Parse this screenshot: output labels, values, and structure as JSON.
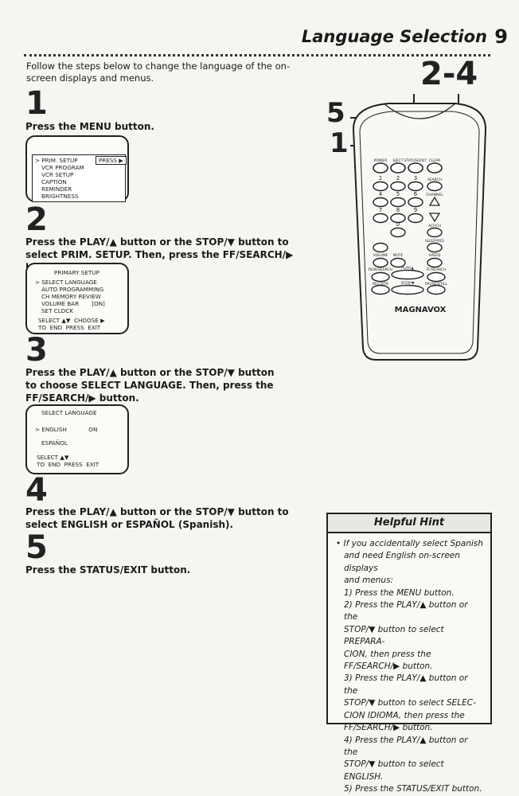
{
  "header": {
    "title": "Language Selection",
    "page_number": "9"
  },
  "intro": "Follow the steps below to change the language of the on-screen displays and menus.",
  "steps": [
    {
      "number": "1",
      "text": "Press the MENU button."
    },
    {
      "number": "2",
      "text": "Press the PLAY/▲ button or the STOP/▼ button to select PRIM. SETUP. Then, press the FF/SEARCH/▶ button."
    },
    {
      "number": "3",
      "text": "Press the PLAY/▲ button or the STOP/▼ button to choose SELECT LANGUAGE. Then, press the FF/SEARCH/▶ button."
    },
    {
      "number": "4",
      "text": "Press the PLAY/▲ button or the STOP/▼ button to select ENGLISH or ESPAÑOL (Spanish)."
    },
    {
      "number": "5",
      "text": "Press the STATUS/EXIT button."
    }
  ],
  "screens": {
    "main_menu": {
      "items": [
        "> PRIM. SETUP",
        "VCR PROGRAM",
        "VCR SETUP",
        "CAPTION",
        "REMINDER",
        "BRIGHTNESS"
      ],
      "press_label": "PRESS ▶"
    },
    "primary_setup": {
      "title": "PRIMARY SETUP",
      "items": [
        "> SELECT LANGUAGE",
        "AUTO PROGRAMMING",
        "CH MEMORY REVIEW",
        "VOLUME BAR       [ON]",
        "SET CLOCK"
      ],
      "footer1": "SELECT ▲▼  CHOOSE ▶",
      "footer2": "TO  END  PRESS  EXIT"
    },
    "select_language": {
      "title": "SELECT LANGUAGE",
      "item1": "> ENGLISH            ON",
      "item2": "ESPAÑOL",
      "footer1": "SELECT ▲▼",
      "footer2": "TO  END  PRESS  EXIT"
    }
  },
  "callouts": {
    "c24": "2-4",
    "c5": "5",
    "c1": "1"
  },
  "remote": {
    "brand": "MAGNAVOX",
    "labels": {
      "power": "POWER",
      "eject": "EJECT",
      "status": "STATUS/EXIT",
      "clear": "CLEAR",
      "search": "SEARCH",
      "channel": "CHANNEL",
      "alt": "ALT/CH",
      "sleep": "SLEEP/RES",
      "volume": "VOLUME",
      "mute": "MUTE",
      "speed": "SPEED",
      "rew": "REW/SEARCH",
      "play": "PLAY/▲",
      "ffw": "FF/SEARCH",
      "record": "REC/OTR",
      "stop": "STOP/▼",
      "pause": "PAUSE/STILL"
    },
    "digits": [
      "1",
      "2",
      "3",
      "4",
      "5",
      "6",
      "7",
      "8",
      "9",
      "0"
    ]
  },
  "hint": {
    "title": "Helpful Hint",
    "lines": [
      "• If you accidentally select Spanish",
      "and need English on-screen displays",
      "and menus:",
      "1) Press the MENU button.",
      "2) Press the PLAY/▲ button or the",
      "STOP/▼ button to select PREPARA-",
      "CION, then press the",
      "FF/SEARCH/▶ button.",
      "3) Press the PLAY/▲ button or the",
      "STOP/▼ button to select SELEC-",
      "CION IDIOMA, then press the",
      "FF/SEARCH/▶ button.",
      "4) Press the PLAY/▲ button or the",
      "STOP/▼ button to select ENGLISH.",
      "5) Press the STATUS/EXIT button."
    ]
  }
}
